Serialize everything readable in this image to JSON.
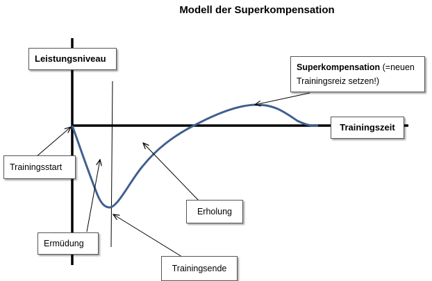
{
  "title": "Modell der Superkompensation",
  "labels": {
    "y_axis": "Leistungsniveau",
    "x_axis": "Trainingszeit",
    "training_start": "Trainingsstart",
    "fatigue": "Ermüdung",
    "recovery": "Erholung",
    "training_end": "Trainingsende",
    "supercompensation_bold": "Superkompensation",
    "supercompensation_rest_1": " (=neuen",
    "supercompensation_rest_2": "Trainingsreiz setzen!)"
  },
  "colors": {
    "curve": "#3f5f8f",
    "axis": "#000000",
    "pointer": "#000000"
  }
}
